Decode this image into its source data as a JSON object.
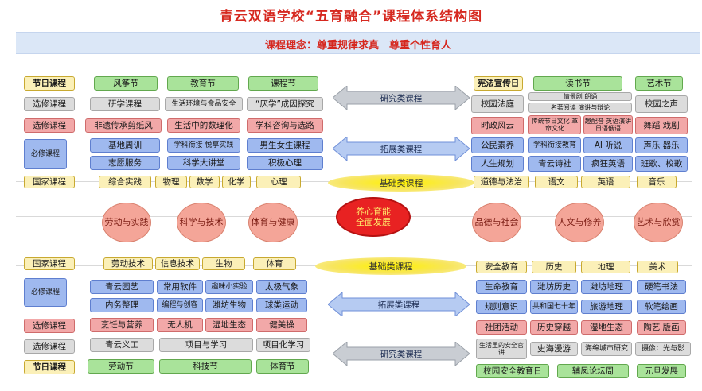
{
  "title": "青云双语学校“五育融合”课程体系结构图",
  "philosophy": "课程理念：尊重规律求真　尊重个性育人",
  "center": {
    "line1": "养心育能",
    "line2": "全面发展"
  },
  "bands": {
    "basic_top": "基础类课程",
    "basic_bottom": "基础类课程"
  },
  "arrows": {
    "research_top": "研究类课程",
    "expand_top": "拓展类课程",
    "expand_bottom": "拓展类课程",
    "research_bottom": "研究类课程"
  },
  "circles": {
    "labor": "劳动与实践",
    "science": "科学与技术",
    "sports": "体育与健康",
    "morality": "品德与社会",
    "humanities": "人文与修养",
    "art": "艺术与欣赏"
  },
  "top_left": {
    "row_labels": [
      "节日课程",
      "选修课程",
      "选修课程",
      "必修课程",
      "国家课程"
    ],
    "festivals": [
      "风筝节",
      "教育节",
      "课程节"
    ],
    "electives1": [
      "研学课程",
      "生活环境与食品安全",
      "“厌学”成因探究"
    ],
    "electives2": [
      "非遗传承剪纸风",
      "生活中的数理化",
      "学科咨询与选路"
    ],
    "required": [
      "基地周训",
      "学科衔接 悦享实践",
      "男生女生课程",
      "志愿服务",
      "科学大讲堂",
      "积极心理"
    ],
    "national": [
      "综合实践",
      "物理",
      "数学",
      "化学",
      "心理"
    ]
  },
  "top_right": {
    "festivals": [
      "宪法宣传日",
      "读书节",
      "艺术节"
    ],
    "electives1": [
      "校园法庭",
      "情景剧 朗诵",
      "名著阅读 演讲与辩论",
      "校园之声"
    ],
    "electives2": [
      "时政风云",
      "传统节日文化 革命文化",
      "趣配音 英语演讲 日语俄语",
      "舞蹈 戏剧"
    ],
    "required": [
      "公民素养",
      "学科衔接教育",
      "AI 听说",
      "声乐 器乐",
      "人生规划",
      "青云诗社",
      "疯狂英语",
      "班歌、校歌"
    ],
    "national": [
      "道德与法治",
      "语文",
      "英语",
      "音乐"
    ]
  },
  "bottom_left": {
    "row_labels": [
      "国家课程",
      "必修课程",
      "选修课程",
      "选修课程",
      "节日课程"
    ],
    "national": [
      "劳动技术",
      "信息技术",
      "生物",
      "体育"
    ],
    "required": [
      "青云园艺",
      "常用软件",
      "趣味小实验",
      "太极气象",
      "内务整理",
      "编程与创客",
      "潍坊生物",
      "球类运动"
    ],
    "electives1": [
      "烹饪与营养",
      "无人机",
      "湿地生态",
      "健美操"
    ],
    "electives2": [
      "青云义工",
      "项目与学习",
      "项目化学习"
    ],
    "festivals": [
      "劳动节",
      "科技节",
      "体育节"
    ]
  },
  "bottom_right": {
    "national": [
      "安全教育",
      "历史",
      "地理",
      "美术"
    ],
    "required": [
      "生命教育",
      "潍坊历史",
      "潍坊地理",
      "硬笔书法",
      "规则意识",
      "共和国七十年",
      "旅游地理",
      "软笔绘画"
    ],
    "electives1": [
      "社团活动",
      "历史穿越",
      "湿地生态",
      "陶艺 版画"
    ],
    "electives2": [
      "生活里的安全官讲",
      "史海漫游",
      "海绵城市研究",
      "摄像：光与影"
    ],
    "festivals": [
      "校园安全教育日",
      "辅凤论坛周",
      "元旦发展"
    ]
  }
}
